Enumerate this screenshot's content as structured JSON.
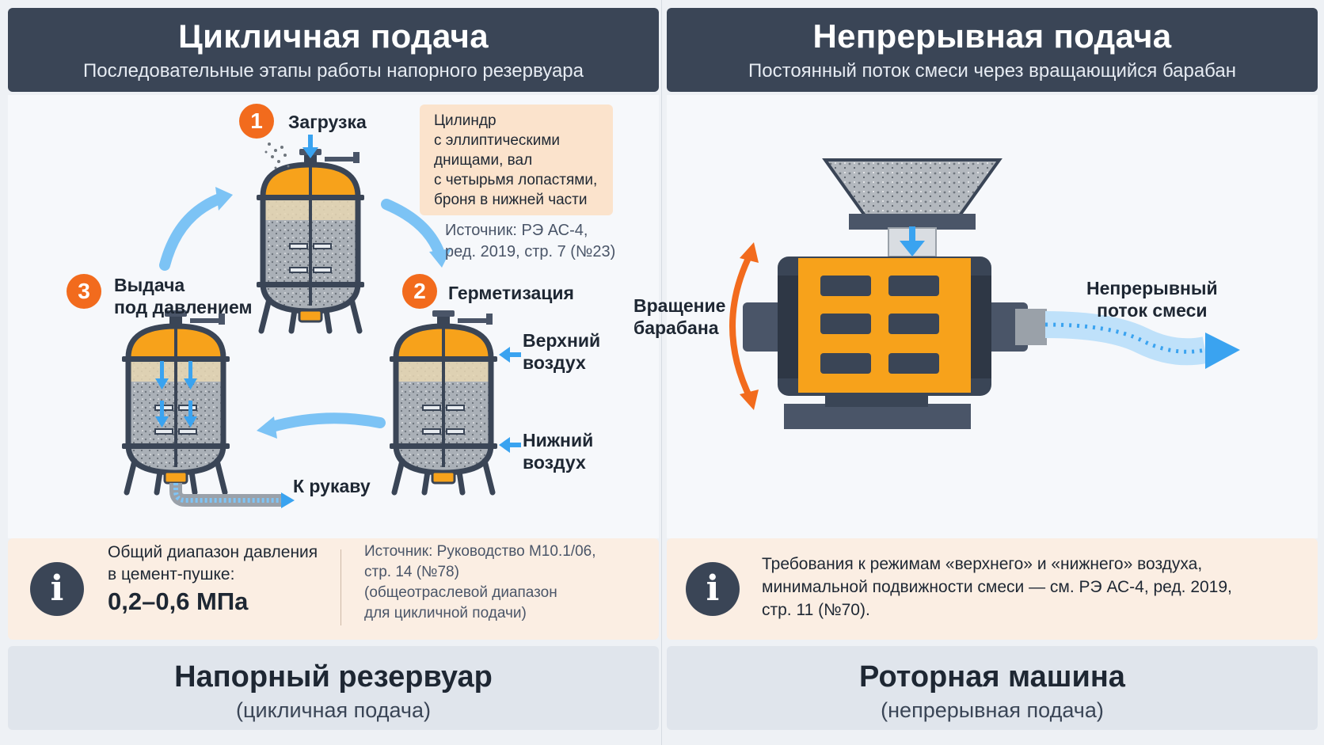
{
  "left": {
    "header": {
      "title": "Цикличная подача",
      "subtitle": "Последовательные этапы работы напорного резервуара"
    },
    "steps": [
      {
        "number": "1",
        "label": "Загрузка"
      },
      {
        "number": "2",
        "label": "Герметизация"
      },
      {
        "number": "3",
        "label_line1": "Выдача",
        "label_line2": "под давлением"
      }
    ],
    "note": {
      "lines": [
        "Цилиндр",
        "с эллиптическими",
        "днищами, вал",
        "с четырьмя лопастями,",
        "броня в нижней части"
      ]
    },
    "source1": {
      "line1": "Источник: РЭ АС-4,",
      "line2": "ред. 2019, стр. 7 (№23)"
    },
    "upper_air": {
      "line1": "Верхний",
      "line2": "воздух"
    },
    "lower_air": {
      "line1": "Нижний",
      "line2": "воздух"
    },
    "to_hose": "К рукаву",
    "info": {
      "line1": "Общий диапазон давления",
      "line2": "в цемент-пушке:",
      "value": "0,2–0,6 МПа",
      "source_lines": [
        "Источник: Руководство М10.1/06,",
        "стр. 14 (№78)",
        "(общеотраслевой диапазон",
        "для цикличной подачи)"
      ]
    },
    "footer": {
      "title": "Напорный резервуар",
      "subtitle": "(цикличная подача)"
    }
  },
  "right": {
    "header": {
      "title": "Непрерывная подача",
      "subtitle": "Постоянный поток смеси через вращающийся барабан"
    },
    "rotation": {
      "line1": "Вращение",
      "line2": "барабана"
    },
    "flow": {
      "line1": "Непрерывный",
      "line2": "поток смеси"
    },
    "info": {
      "lines": [
        "Требования к режимам «верхнего» и «нижнего» воздуха,",
        "минимальной подвижности смеси — см. РЭ АС-4, ред. 2019,",
        "стр. 11 (№70)."
      ]
    },
    "footer": {
      "title": "Роторная машина",
      "subtitle": "(непрерывная подача)"
    }
  },
  "icons": {
    "info": "i"
  },
  "colors": {
    "header": "#3a4556",
    "accent_orange": "#f7a21b",
    "badge_orange": "#f26b1d",
    "arrow_blue": "#3aa3f0",
    "note_bg": "#fbe3cc"
  }
}
